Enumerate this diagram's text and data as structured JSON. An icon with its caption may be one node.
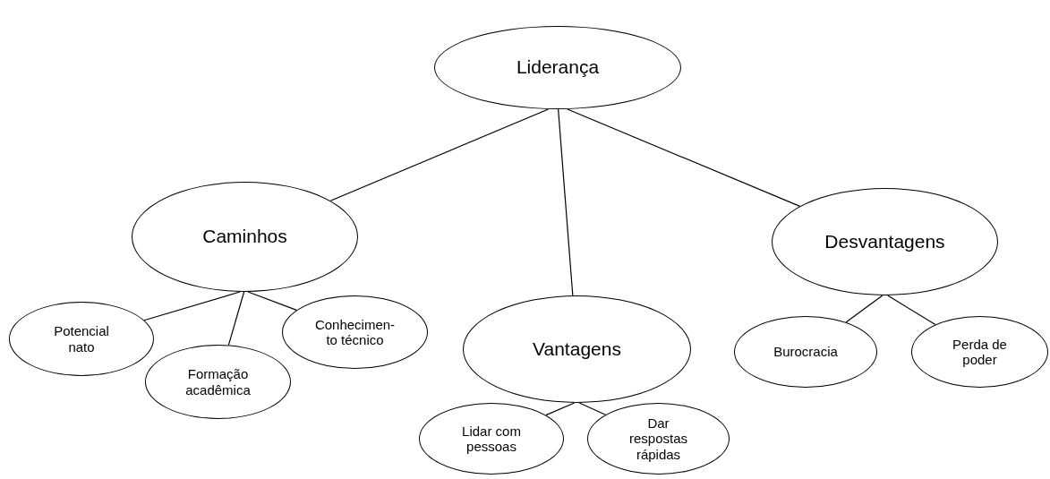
{
  "diagram": {
    "nodes": [
      {
        "text": [
          "Liderança"
        ]
      },
      {
        "text": [
          "Caminhos"
        ]
      },
      {
        "text": [
          "Vantagens"
        ]
      },
      {
        "text": [
          "Desvantagens"
        ]
      },
      {
        "text": [
          "Potencial nato"
        ]
      },
      {
        "text": [
          "Formação acadêmica"
        ]
      },
      {
        "text": [
          "Conhecimen- to técnico"
        ]
      },
      {
        "text": [
          "Lidar com pessoas"
        ]
      },
      {
        "text": [
          "Dar respostas rápidas"
        ]
      },
      {
        "text": [
          "Burocracia"
        ]
      },
      {
        "text": [
          "Perda de poder"
        ]
      }
    ],
    "edges": [
      {
        "from": 0,
        "to": 1,
        "arrow": "none"
      },
      {
        "from": 0,
        "to": 2,
        "arrow": "none"
      },
      {
        "from": 0,
        "to": 3,
        "arrow": "none"
      },
      {
        "from": 1,
        "to": 4,
        "arrow": "none"
      },
      {
        "from": 1,
        "to": 5,
        "arrow": "none"
      },
      {
        "from": 1,
        "to": 6,
        "arrow": "none"
      },
      {
        "from": 2,
        "to": 7,
        "arrow": "none"
      },
      {
        "from": 2,
        "to": 8,
        "arrow": "none"
      },
      {
        "from": 3,
        "to": 9,
        "arrow": "none"
      },
      {
        "from": 3,
        "to": 10,
        "arrow": "none"
      }
    ]
  }
}
